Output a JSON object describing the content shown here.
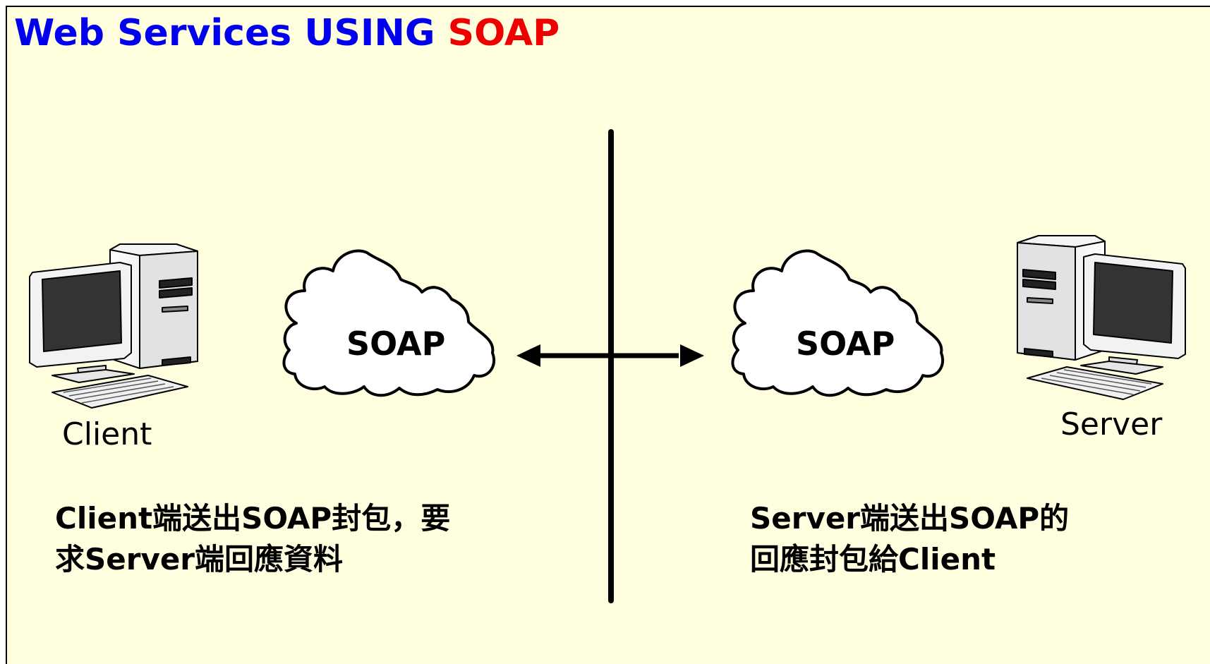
{
  "title": {
    "part1": "Web Services USING ",
    "part2": "SOAP",
    "part1_color": "#0000ee",
    "part2_color": "#ee0000"
  },
  "background_color": "#ffffe0",
  "client": {
    "label": "Client",
    "icon": "desktop-computer-icon",
    "description_line1": "Client端送出SOAP封包，要",
    "description_line2": "求Server端回應資料"
  },
  "server": {
    "label": "Server",
    "icon": "desktop-computer-icon",
    "description_line1": "Server端送出SOAP的",
    "description_line2": "回應封包給Client"
  },
  "left_cloud": {
    "label": "SOAP",
    "icon": "cloud-icon"
  },
  "right_cloud": {
    "label": "SOAP",
    "icon": "cloud-icon"
  },
  "connector": {
    "icon": "double-headed-arrow-icon"
  }
}
